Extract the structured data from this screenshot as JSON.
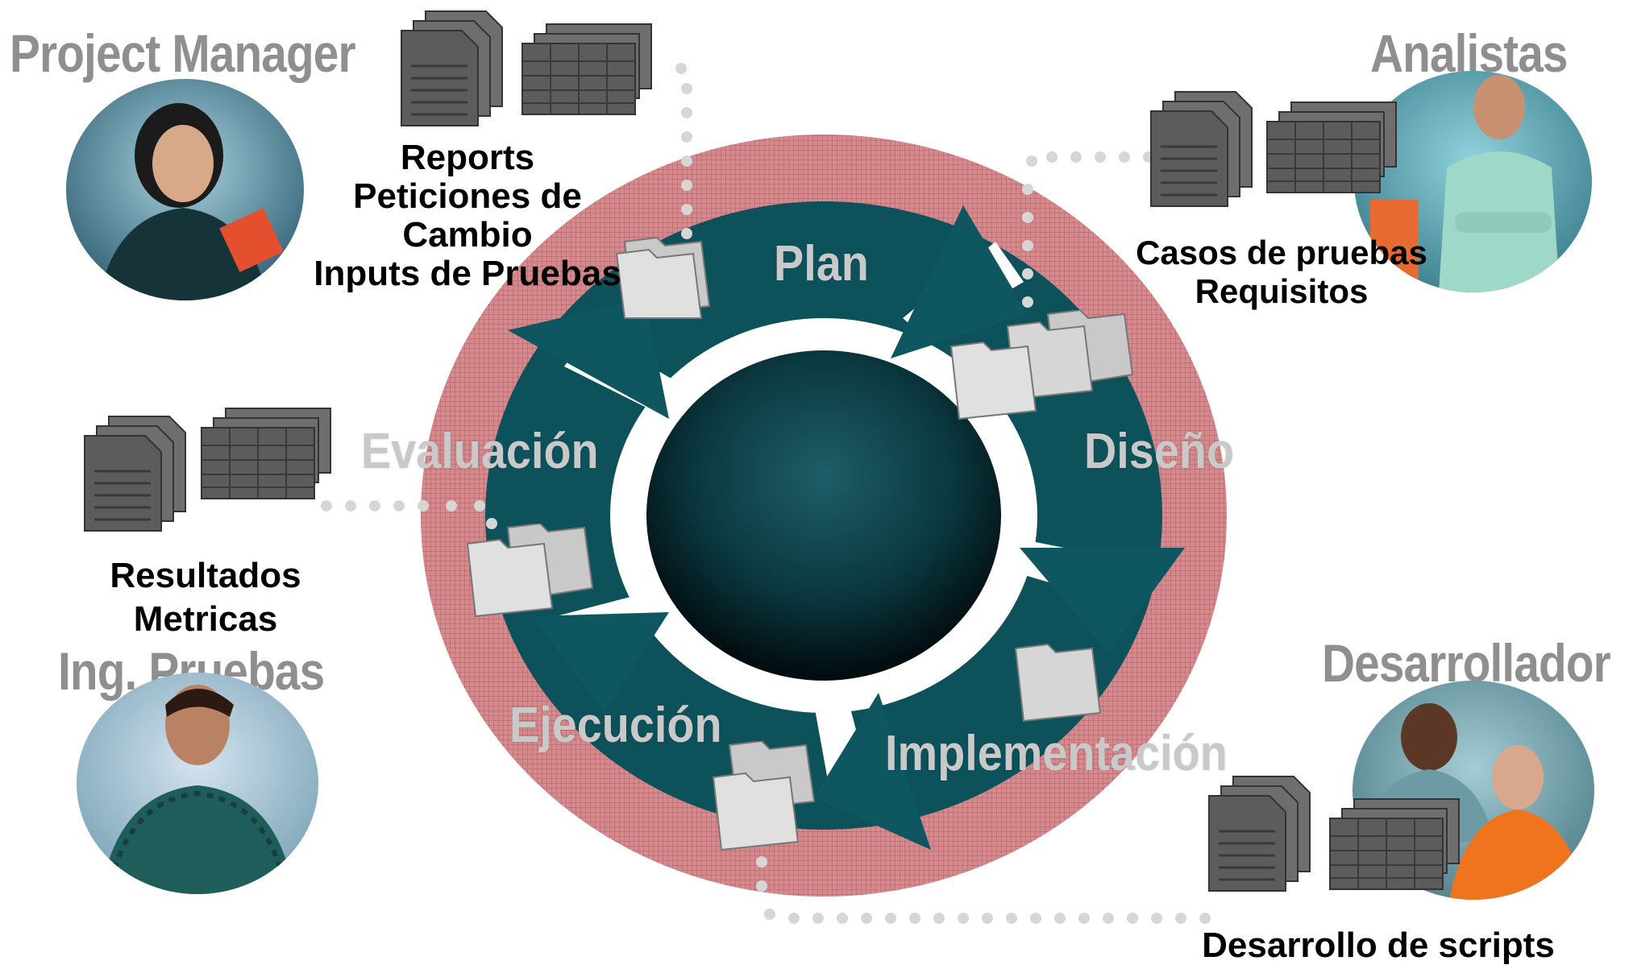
{
  "roles": {
    "project_manager": "Project Manager",
    "analistas": "Analistas",
    "ing_pruebas": "Ing. Pruebas",
    "desarrollador": "Desarrollador"
  },
  "artifacts": {
    "pm": [
      "Reports",
      "Peticiones de",
      "Cambio",
      "Inputs de Pruebas"
    ],
    "analistas": [
      "Casos de pruebas",
      "Requisitos"
    ],
    "ing_pruebas": [
      "Resultados",
      "Metricas"
    ],
    "desarrollador": [
      "Desarrollo de scripts"
    ]
  },
  "phases": {
    "plan": "Plan",
    "diseno": "Diseño",
    "implementacion": "Implementación",
    "ejecucion": "Ejecución",
    "evaluacion": "Evaluación"
  },
  "colors": {
    "ring": "#c97b7f",
    "arrow": "#0e5660",
    "hub": "#0a2f36",
    "label_gray": "#8f8f8f",
    "phase_label": "#c9c9c9"
  },
  "icons": {
    "documents": "document-stack-icon",
    "spreadsheets": "spreadsheet-stack-icon",
    "folders": "folder-stack-icon",
    "photos": "person-photo"
  }
}
